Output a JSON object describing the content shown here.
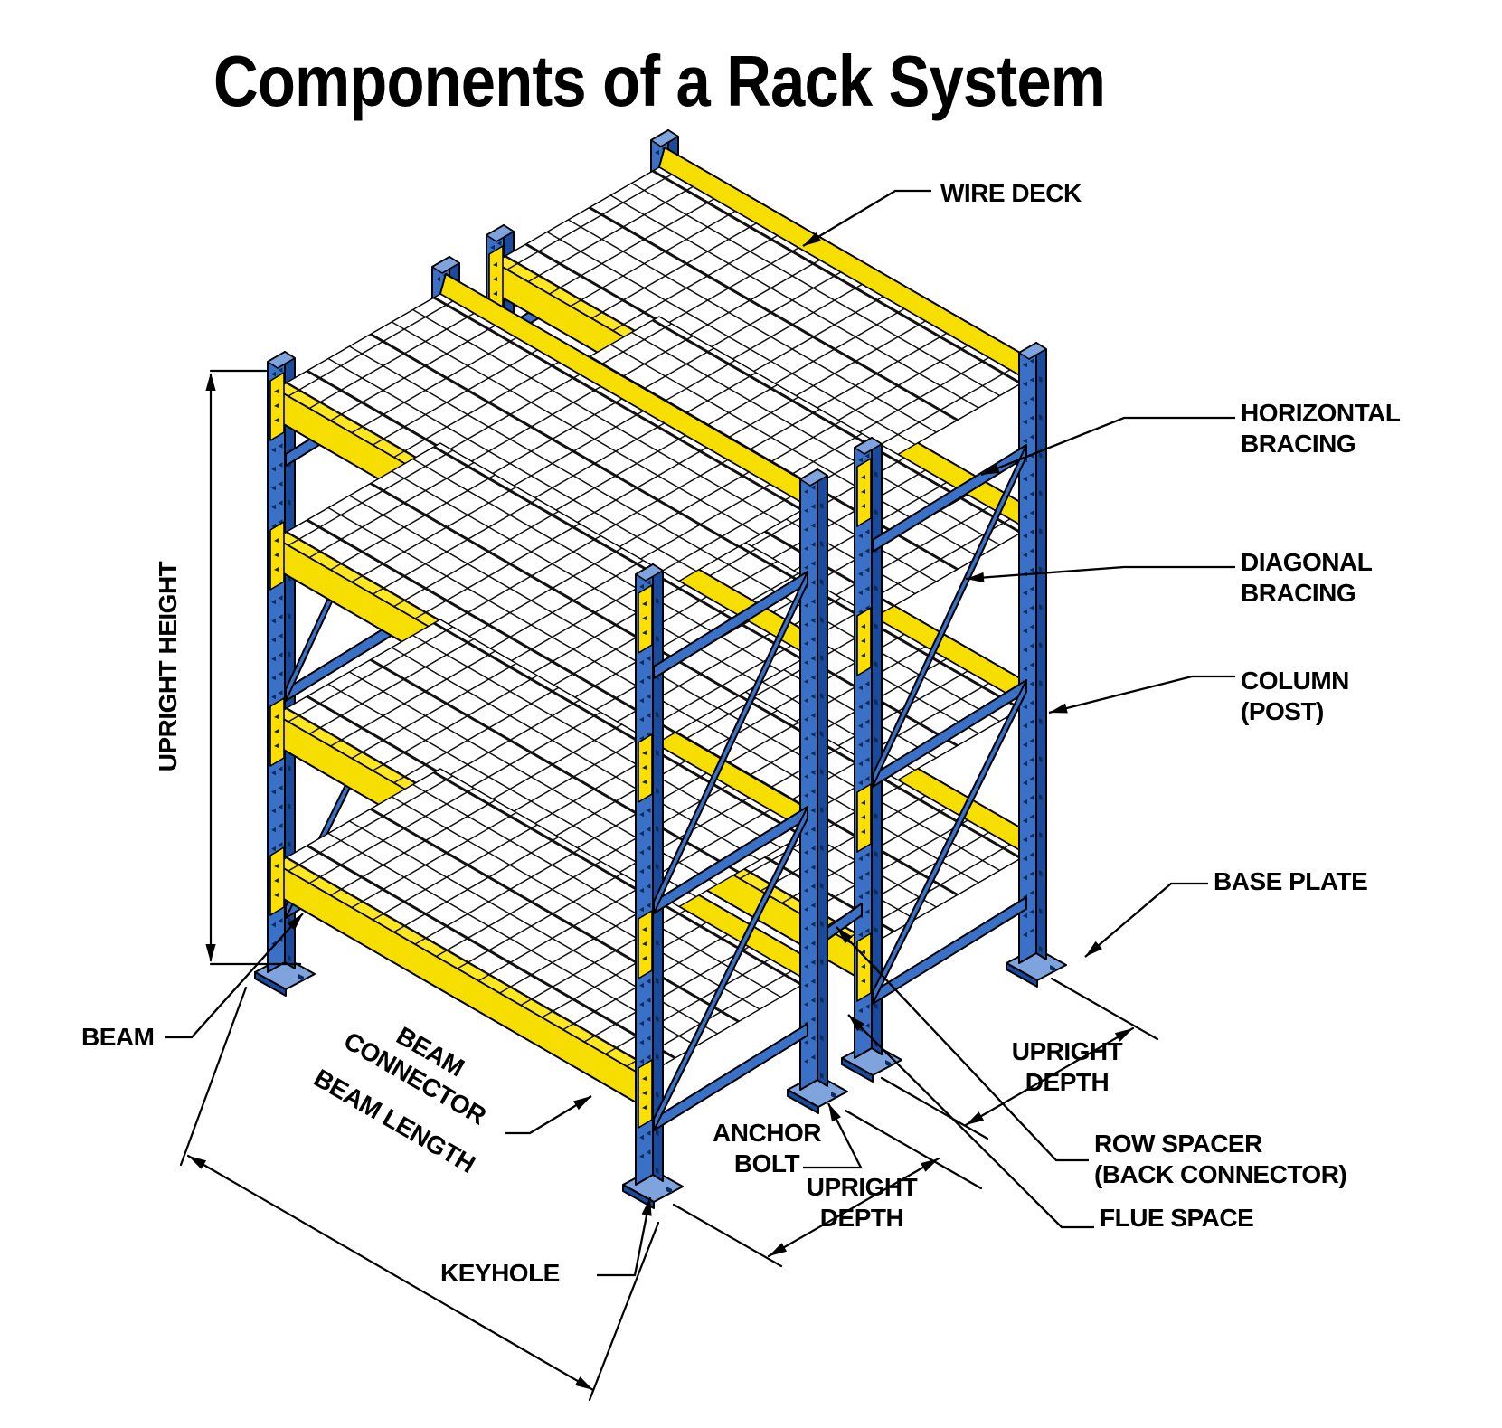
{
  "title": "Components of a Rack System",
  "labels": {
    "wire_deck": "WIRE DECK",
    "horizontal_bracing": "HORIZONTAL\nBRACING",
    "diagonal_bracing": "DIAGONAL\nBRACING",
    "column_post": "COLUMN\n(POST)",
    "base_plate": "BASE PLATE",
    "upright_depth_right": "UPRIGHT\nDEPTH",
    "row_spacer": "ROW SPACER\n(BACK CONNECTOR)",
    "flue_space": "FLUE SPACE",
    "upright_height": "UPRIGHT HEIGHT",
    "beam": "BEAM",
    "beam_connector": "BEAM\nCONNECTOR",
    "beam_length": "BEAM LENGTH",
    "anchor_bolt": "ANCHOR\nBOLT",
    "upright_depth_bottom": "UPRIGHT\nDEPTH",
    "keyhole": "KEYHOLE"
  },
  "colors": {
    "frame_blue": "#3a71c6",
    "frame_blue_dark": "#1a4a9c",
    "frame_blue_light": "#7fa3dd",
    "bolt_navy": "#0c2c5e",
    "beam_yellow": "#f6df00",
    "beam_yellow_top": "#ffe822",
    "connector_yellow": "#ffdf00",
    "mesh_line": "#111111",
    "outline": "#000000",
    "background": "#ffffff"
  }
}
